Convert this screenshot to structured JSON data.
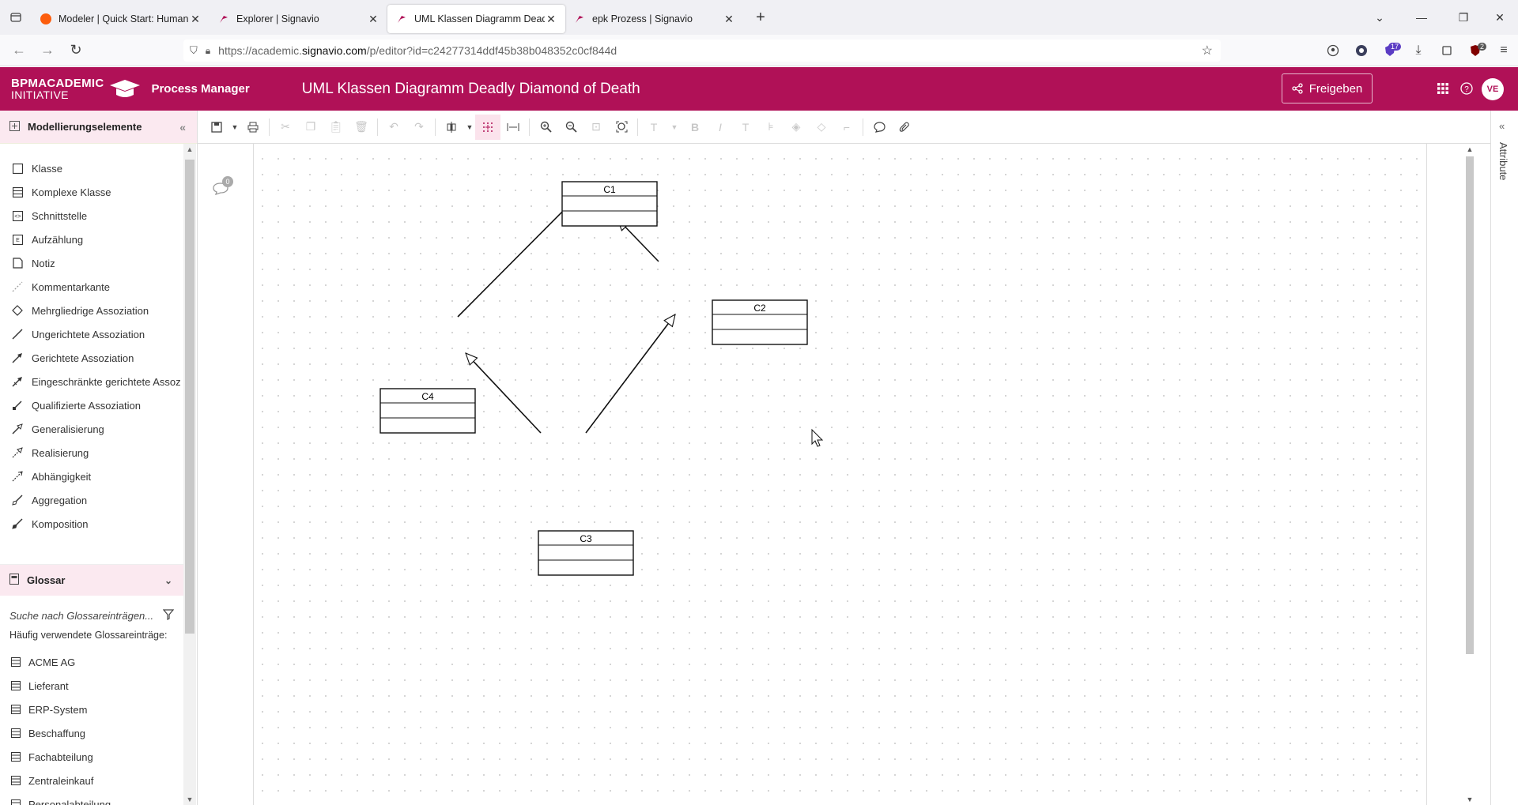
{
  "browser": {
    "tabs": [
      {
        "title": "Modeler | Quick Start: Human T",
        "active": false
      },
      {
        "title": "Explorer | Signavio",
        "active": false
      },
      {
        "title": "UML Klassen Diagramm Deadly",
        "active": true
      },
      {
        "title": "epk Prozess | Signavio",
        "active": false
      }
    ],
    "url_prefix": "https://academic.",
    "url_host": "signavio.com",
    "url_path": "/p/editor?id=c24277314ddf45b38b048352c0cf844d",
    "badges": {
      "extensions": "17",
      "shield": "2"
    }
  },
  "header": {
    "logo_line1": "BPMACADEMIC",
    "logo_line2": "INITIATIVE",
    "product": "Process Manager",
    "doc_title": "UML Klassen Diagramm Deadly Diamond of Death",
    "share_label": "Freigeben",
    "avatar": "VE",
    "brand_color": "#b01157"
  },
  "left_panel": {
    "title": "Modellierungselemente",
    "stencils": [
      {
        "label": "Klasse",
        "icon": "class-icon"
      },
      {
        "label": "Komplexe Klasse",
        "icon": "complex-class-icon"
      },
      {
        "label": "Schnittstelle",
        "icon": "interface-icon"
      },
      {
        "label": "Aufzählung",
        "icon": "enumeration-icon"
      },
      {
        "label": "Notiz",
        "icon": "note-icon"
      },
      {
        "label": "Kommentarkante",
        "icon": "comment-edge-icon"
      },
      {
        "label": "Mehrgliedrige Assoziation",
        "icon": "nary-association-icon"
      },
      {
        "label": "Ungerichtete Assoziation",
        "icon": "undirected-association-icon"
      },
      {
        "label": "Gerichtete Assoziation",
        "icon": "directed-association-icon"
      },
      {
        "label": "Eingeschränkte gerichtete Assoz",
        "icon": "restricted-directed-association-icon"
      },
      {
        "label": "Qualifizierte Assoziation",
        "icon": "qualified-association-icon"
      },
      {
        "label": "Generalisierung",
        "icon": "generalization-icon"
      },
      {
        "label": "Realisierung",
        "icon": "realization-icon"
      },
      {
        "label": "Abhängigkeit",
        "icon": "dependency-icon"
      },
      {
        "label": "Aggregation",
        "icon": "aggregation-icon"
      },
      {
        "label": "Komposition",
        "icon": "composition-icon"
      }
    ],
    "glossar_title": "Glossar",
    "glossar_search_placeholder": "Suche nach Glossareinträgen...",
    "glossar_subtitle": "Häufig verwendete Glossareinträge:",
    "glossar_items": [
      "ACME AG",
      "Lieferant",
      "ERP-System",
      "Beschaffung",
      "Fachabteilung",
      "Zentraleinkauf",
      "Personalabteilung"
    ]
  },
  "canvas": {
    "comment_count": "0",
    "classes": [
      "C1",
      "C2",
      "C3",
      "C4"
    ]
  },
  "right_panel": {
    "label": "Attribute"
  }
}
